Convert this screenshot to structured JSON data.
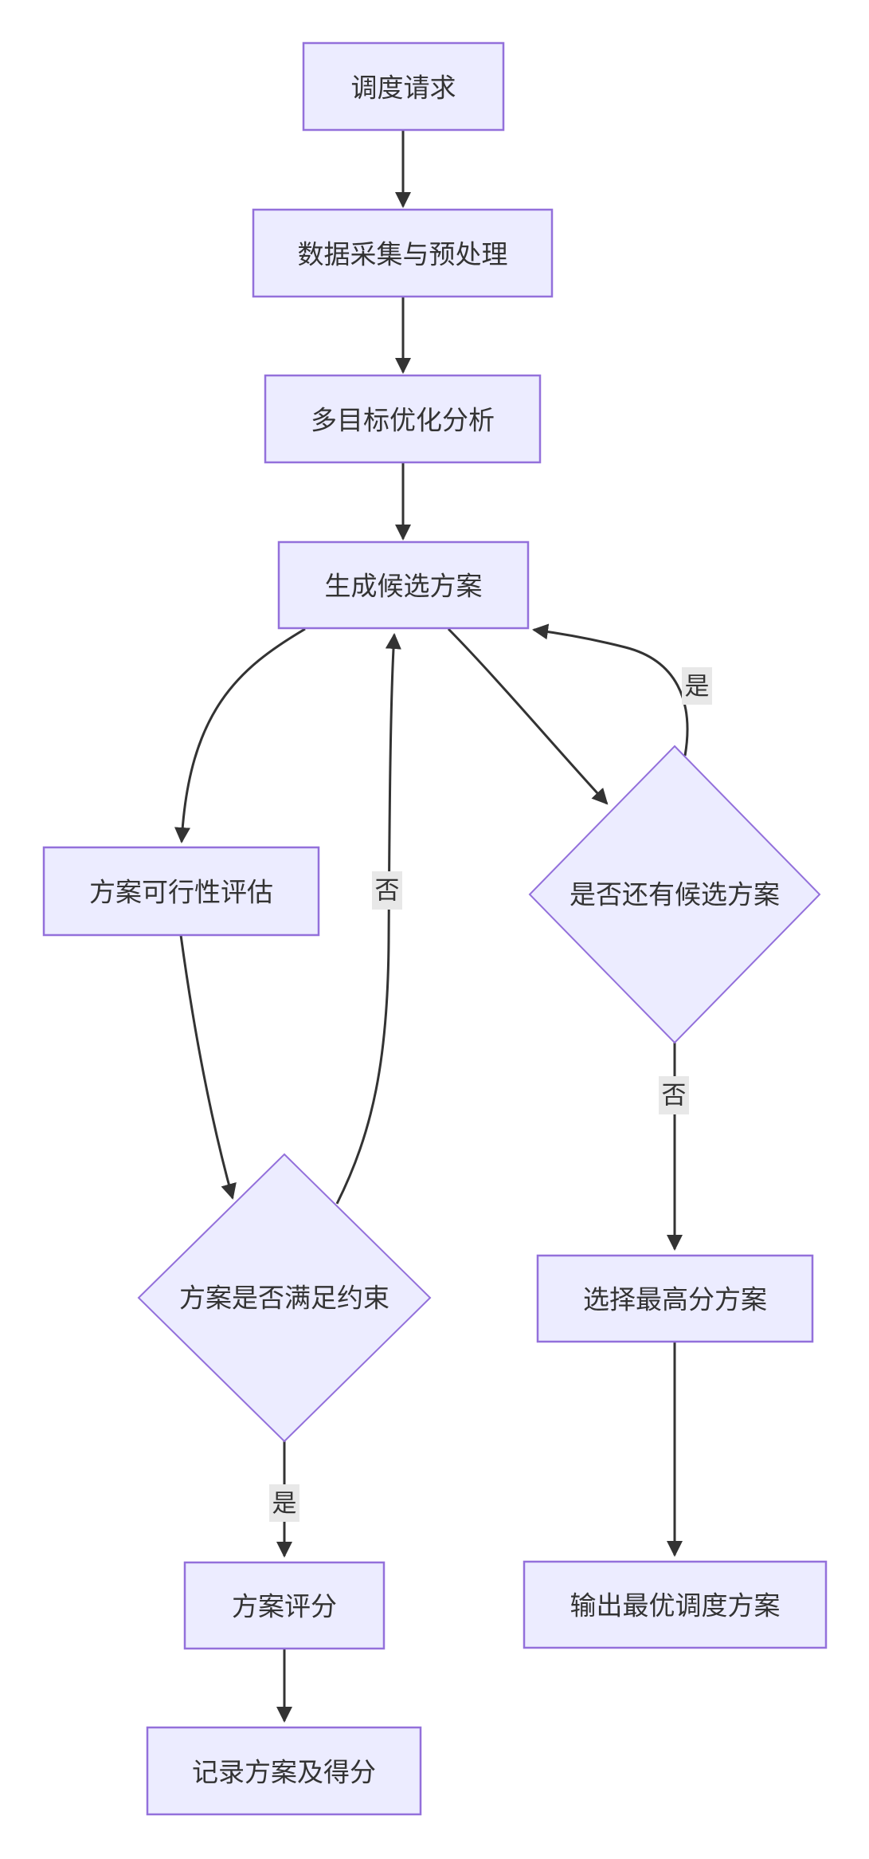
{
  "diagram": {
    "type": "flowchart",
    "nodes": {
      "request": {
        "label": "调度请求",
        "shape": "rect"
      },
      "preprocess": {
        "label": "数据采集与预处理",
        "shape": "rect"
      },
      "optimize": {
        "label": "多目标优化分析",
        "shape": "rect"
      },
      "generate": {
        "label": "生成候选方案",
        "shape": "rect"
      },
      "feasibility": {
        "label": "方案可行性评估",
        "shape": "rect"
      },
      "has_candidates": {
        "label": "是否还有候选方案",
        "shape": "diamond"
      },
      "satisfy_constraints": {
        "label": "方案是否满足约束",
        "shape": "diamond"
      },
      "score": {
        "label": "方案评分",
        "shape": "rect"
      },
      "record": {
        "label": "记录方案及得分",
        "shape": "rect"
      },
      "select_best": {
        "label": "选择最高分方案",
        "shape": "rect"
      },
      "output": {
        "label": "输出最优调度方案",
        "shape": "rect"
      }
    },
    "edge_labels": {
      "yes_right": "是",
      "no_mid": "否",
      "yes_left": "是",
      "no_right": "否"
    },
    "edges": [
      {
        "from": "request",
        "to": "preprocess",
        "label": ""
      },
      {
        "from": "preprocess",
        "to": "optimize",
        "label": ""
      },
      {
        "from": "optimize",
        "to": "generate",
        "label": ""
      },
      {
        "from": "generate",
        "to": "feasibility",
        "label": ""
      },
      {
        "from": "generate",
        "to": "has_candidates",
        "label": ""
      },
      {
        "from": "feasibility",
        "to": "satisfy_constraints",
        "label": ""
      },
      {
        "from": "satisfy_constraints",
        "to": "generate",
        "label": "否"
      },
      {
        "from": "satisfy_constraints",
        "to": "score",
        "label": "是"
      },
      {
        "from": "score",
        "to": "record",
        "label": ""
      },
      {
        "from": "has_candidates",
        "to": "generate",
        "label": "是"
      },
      {
        "from": "has_candidates",
        "to": "select_best",
        "label": "否"
      },
      {
        "from": "select_best",
        "to": "output",
        "label": ""
      }
    ],
    "colors": {
      "node_fill": "#ECECFF",
      "node_border": "#9370DB",
      "edge": "#333333",
      "text": "#333333",
      "label_bg": "#e8e8e8",
      "background": "#ffffff"
    }
  }
}
